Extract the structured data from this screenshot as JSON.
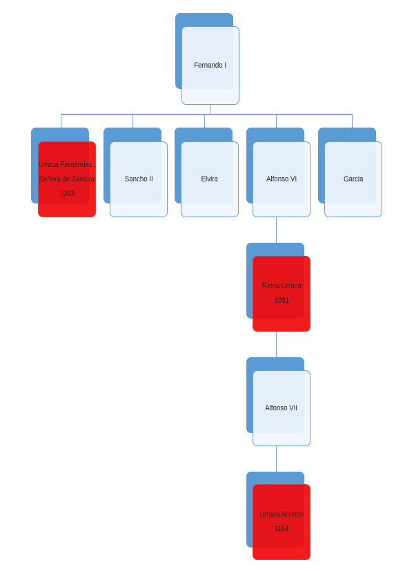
{
  "root": {
    "name": "Fernando I"
  },
  "children": [
    {
      "lines": [
        "Urraca Fernández .",
        "Señora de Zamora",
        "1033"
      ],
      "highlight": true
    },
    {
      "lines": [
        "Sancho II"
      ],
      "highlight": false
    },
    {
      "lines": [
        "Elvira"
      ],
      "highlight": false
    },
    {
      "lines": [
        "Alfonso VI"
      ],
      "highlight": false
    },
    {
      "lines": [
        "Garcia"
      ],
      "highlight": false
    }
  ],
  "descendants": [
    {
      "lines": [
        "Reina Urraca",
        "1081"
      ],
      "highlight": true
    },
    {
      "lines": [
        "Alfonso VII"
      ],
      "highlight": false
    },
    {
      "lines": [
        "Urraca Alfonso",
        "1164"
      ],
      "highlight": true
    }
  ],
  "colors": {
    "back": "#5b9bd5",
    "highlight": "#f00a0a",
    "normal": "#f0f5fc",
    "connector": "#7ea7d4"
  }
}
